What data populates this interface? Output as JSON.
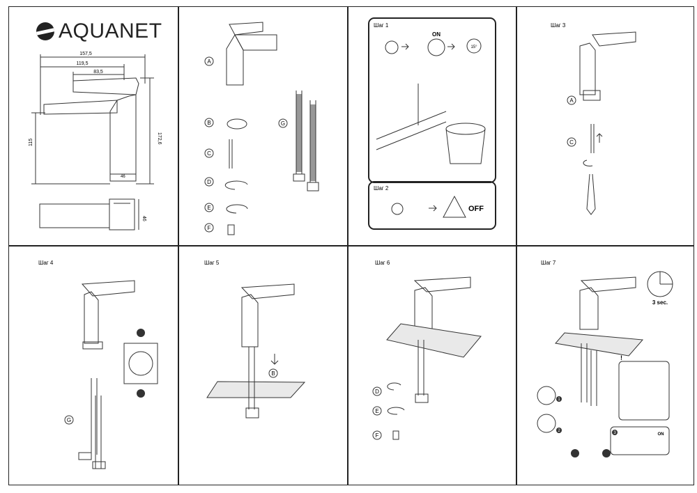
{
  "brand": "AQUANET",
  "dimensions": {
    "d1": "157,5",
    "d2": "119,5",
    "d3": "83,5",
    "height_left": "115",
    "height_right": "172,6",
    "base": "46",
    "depth": "46"
  },
  "parts": [
    "A",
    "B",
    "C",
    "D",
    "E",
    "F",
    "G"
  ],
  "steps": {
    "s1": "Шаг 1",
    "s2": "Шаг 2",
    "s3": "Шаг 3",
    "s4": "Шаг 4",
    "s5": "Шаг 5",
    "s6": "Шаг 6",
    "s7": "Шаг 7"
  },
  "step1": {
    "on": "ON",
    "deg": "15°"
  },
  "step2": {
    "off": "OFF"
  },
  "step7": {
    "timer": "3 sec.",
    "on": "ON",
    "warning": "!"
  },
  "steps_markers": [
    "1",
    "2",
    "3"
  ]
}
